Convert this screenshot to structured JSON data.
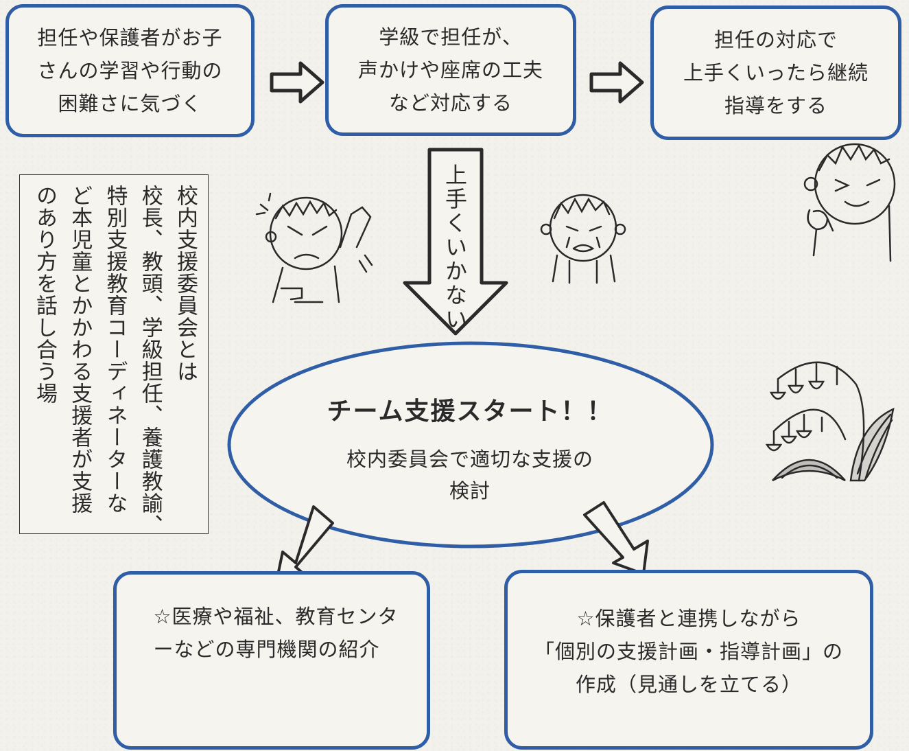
{
  "step1": {
    "lines": [
      "担任や保護者がお子",
      "さんの学習や行動の",
      "困難さに気づく"
    ]
  },
  "step2": {
    "lines": [
      "学級で担任が、",
      "声かけや座席の工夫",
      "など対応する"
    ]
  },
  "step3": {
    "lines": [
      "担任の対応で",
      "上手くいったら継続",
      "指導をする"
    ]
  },
  "fail_label": "上手くいかない",
  "committee_note": {
    "columns": [
      "校内支援委員会とは",
      "校長、教頭、学級担任、養護教諭、",
      "特別支援教育コーディネーターな",
      "ど本児童とかかわる支援者が支援",
      "のあり方を話し合う場"
    ]
  },
  "team_support": {
    "title": "チーム支援スタート！！",
    "body": [
      "校内委員会で適切な支援の",
      "検討"
    ]
  },
  "outcome1": {
    "lines": [
      "☆医療や福祉、教育センタ",
      "ーなどの専門機関の紹介"
    ]
  },
  "outcome2": {
    "lines": [
      "☆保護者と連携しながら",
      "「個別の支援計画・指導計画」の",
      "作成（見通しを立てる）"
    ]
  },
  "colors": {
    "box_border": "#2f5ea6",
    "line": "#2a2a2a",
    "paper": "#f3f1ec"
  },
  "icons": [
    "angry-child-icon",
    "crying-child-icon",
    "ok-sign-child-icon",
    "lily-of-the-valley-icon"
  ]
}
